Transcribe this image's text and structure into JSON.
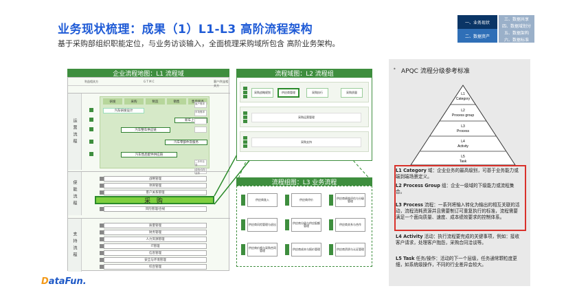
{
  "title": "业务现状梳理：成果（1）L1-L3 高阶流程架构",
  "subtitle": "基于采购部组织职能定位，与业务访谈输入，全面梳理采购域所包含 高阶业务架构。",
  "topnav": {
    "items": [
      "一、业务现状",
      "二、数据资产",
      "三、数据共享",
      "四、数据域划分",
      "五、数据架构",
      "六、数据标准"
    ]
  },
  "panel_l1": {
    "band": "企业流程地图：L1 流程域",
    "head_left": "利益相关方",
    "head_mid": "G T M C",
    "head_right": "客户/利益相关方",
    "side_ops": "运营流程",
    "side_mgmt": "使能流程",
    "side_support": "支持流程",
    "col_heads": [
      "研发",
      "采购",
      "制造",
      "销售",
      "售后服务"
    ],
    "bars": [
      "汽车研发设计",
      "新车上市",
      "汽车整车供应链",
      "汽车零部件及服务",
      "汽车售后配件供应链"
    ],
    "right_col": [
      "客户需求",
      "市场需求",
      "",
      "",
      "二手车业务",
      "金融/保险业务"
    ],
    "mgmt_bars": [
      "战略管理",
      "项目管理",
      "客户关系管理",
      "",
      "风险管理/合规"
    ],
    "caigou": "采 购",
    "support_bars": [
      "质量管理",
      "财务管理",
      "人力资源管理",
      "IT管理",
      "信息管理",
      "安全与环境管理",
      "综合管理"
    ]
  },
  "panel_l2": {
    "band": "流程域图：L2 流程组",
    "row1": [
      "采购战略规划",
      "供应商管理",
      "采购执行",
      "采购质量"
    ],
    "row2": "采购运营管理",
    "row3": "采购支持"
  },
  "panel_l3": {
    "band": "流程组图：L3 业务流程",
    "items": [
      "供应商准入",
      "供应商评价",
      "供应商绩效评估与分级管理",
      "供应商风险管理与退出",
      "供应商分级与供应配额管理",
      "供应商关系与合作",
      "供应商价格与采购合同管理",
      "供应商成本与报价管理",
      "供应商资质与认证管理"
    ]
  },
  "apqc": {
    "heading": "APQC 流程分级参考标准",
    "pyramid": [
      {
        "code": "L1",
        "name": "Category"
      },
      {
        "code": "L2",
        "name": "Process group"
      },
      {
        "code": "L3",
        "name": "Process"
      },
      {
        "code": "L4",
        "name": "Activity"
      },
      {
        "code": "L5",
        "name": "Task"
      }
    ],
    "defs": [
      {
        "term": "L1 Category",
        "text": " 域：企业业务的最高级别，可基于业务能力或端到端场景定义。"
      },
      {
        "term": "L2 Process Group",
        "text": " 组：企业一级域的下级能力或流程集合。"
      },
      {
        "term": "L3 Process",
        "text": " 流程：一系列将输入转化为输出的相互关联的活动，流程消耗资源并且需要制订可重复执行的标准，流程需要满足一个面向质量、速度、成本绩效要求的控制体系。"
      },
      {
        "term": "L4 Activity",
        "text": " 活动：执行流程要完成的关键事项，例如：接收客户请求，处理客户抱怨，采购合同洽谈等。"
      },
      {
        "term": "L5 Task",
        "text": " 任务/操作：活动的下一个层级，任务通常颗粒度更细，如系统级操作，不同的行业差异会较大。"
      }
    ]
  },
  "logo": {
    "mark": "D",
    "text": "ataFun."
  }
}
